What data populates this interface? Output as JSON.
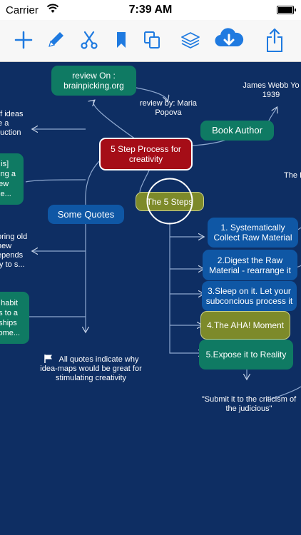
{
  "status_bar": {
    "carrier": "Carrier",
    "time": "7:39 AM"
  },
  "toolbar": {
    "tools": [
      {
        "name": "add",
        "icon": "plus-icon"
      },
      {
        "name": "edit",
        "icon": "pencil-icon"
      },
      {
        "name": "cut",
        "icon": "scissors-icon"
      },
      {
        "name": "bookmark",
        "icon": "bookmark-icon"
      },
      {
        "name": "copy",
        "icon": "copy-icon"
      },
      {
        "name": "layers",
        "icon": "layers-icon"
      },
      {
        "name": "cloud_download",
        "icon": "cloud-download-icon"
      },
      {
        "name": "share",
        "icon": "share-icon"
      }
    ],
    "accent_color": "#1f7ae0"
  },
  "mindmap": {
    "central": "5 Step Process for creativity",
    "source": "review On : brainpicking.org",
    "reviewer": "review by: Maria Popova",
    "book_author_label": "Book Author",
    "author": "James Webb Yo 1939",
    "the_label": "The I",
    "some_quotes": "Some Quotes",
    "steps_hub": "The 5 Steps",
    "steps": [
      "1. Systematically Collect Raw Material",
      "2.Digest the Raw Material - rearrange it",
      "3.Sleep on it. Let your subconcious process it",
      "4.The AHA! Moment",
      "5.Expose it to Reality"
    ],
    "quote_submit": "\"Submit it to the criticism of the judicious\"",
    "note": "All quotes indicate why idea-maps would be great for stimulating creativity",
    "left_fragments": [
      "of ideas te a duction",
      "e is] ning a new ele...",
      "oring old new epends ty to s...",
      "e habit ds to a nships come..."
    ]
  }
}
